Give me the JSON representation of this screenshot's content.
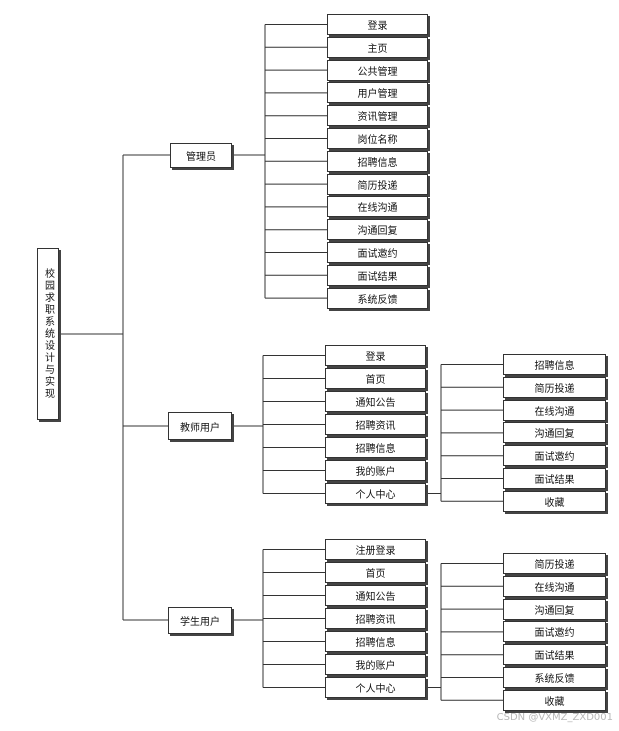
{
  "root": "校园求职系统设计与实现",
  "groups": [
    {
      "label": "管理员",
      "items": [
        "登录",
        "主页",
        "公共管理",
        "用户管理",
        "资讯管理",
        "岗位名称",
        "招聘信息",
        "简历投递",
        "在线沟通",
        "沟通回复",
        "面试邀约",
        "面试结果",
        "系统反馈"
      ]
    },
    {
      "label": "教师用户",
      "items": [
        "登录",
        "首页",
        "通知公告",
        "招聘资讯",
        "招聘信息",
        "我的账户",
        "个人中心"
      ],
      "subitems": [
        "招聘信息",
        "简历投递",
        "在线沟通",
        "沟通回复",
        "面试邀约",
        "面试结果",
        "收藏"
      ]
    },
    {
      "label": "学生用户",
      "items": [
        "注册登录",
        "首页",
        "通知公告",
        "招聘资讯",
        "招聘信息",
        "我的账户",
        "个人中心"
      ],
      "subitems": [
        "简历投递",
        "在线沟通",
        "沟通回复",
        "面试邀约",
        "面试结果",
        "系统反馈",
        "收藏"
      ]
    }
  ],
  "watermark": "CSDN @VXMZ_ZXD001"
}
